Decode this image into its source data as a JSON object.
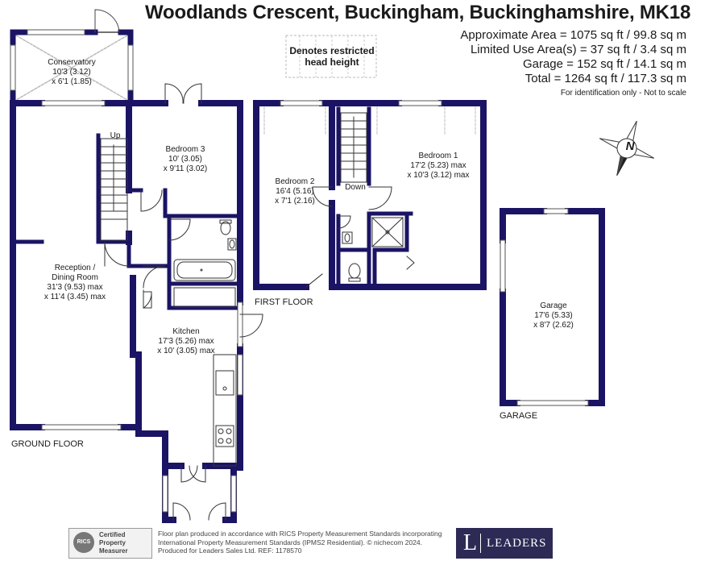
{
  "header": {
    "title": "Woodlands Crescent, Buckingham, Buckinghamshire, MK18",
    "areas": [
      "Approximate Area = 1075 sq ft / 99.8 sq m",
      "Limited Use Area(s) = 37 sq ft / 3.4 sq m",
      "Garage = 152 sq ft / 14.1 sq m",
      "Total = 1264 sq ft / 117.3 sq m"
    ],
    "note": "For identification only - Not to scale"
  },
  "legend": {
    "restricted_line1": "Denotes restricted",
    "restricted_line2": "head height"
  },
  "compass": {
    "label": "N"
  },
  "ground_floor": {
    "label": "GROUND FLOOR",
    "conservatory": {
      "name": "Conservatory",
      "dim1": "10'3 (3.12)",
      "dim2": "x 6'1 (1.85)"
    },
    "bedroom3": {
      "name": "Bedroom 3",
      "dim1": "10' (3.05)",
      "dim2": "x 9'11 (3.02)"
    },
    "reception": {
      "name1": "Reception /",
      "name2": "Dining Room",
      "dim1": "31'3 (9.53) max",
      "dim2": "x 11'4 (3.45) max"
    },
    "kitchen": {
      "name": "Kitchen",
      "dim1": "17'3 (5.26) max",
      "dim2": "x 10' (3.05) max"
    },
    "stair_label": "Up"
  },
  "first_floor": {
    "label": "FIRST FLOOR",
    "bedroom2": {
      "name": "Bedroom 2",
      "dim1": "16'4 (5.16)",
      "dim2": "x 7'1 (2.16)"
    },
    "bedroom1": {
      "name": "Bedroom 1",
      "dim1": "17'2 (5.23) max",
      "dim2": "x 10'3 (3.12) max"
    },
    "stair_label": "Down"
  },
  "garage": {
    "label": "GARAGE",
    "name": "Garage",
    "dim1": "17'6 (5.33)",
    "dim2": "x 8'7 (2.62)"
  },
  "footer": {
    "rics_circle": "RICS",
    "rics_line1": "Certified",
    "rics_line2": "Property",
    "rics_line3": "Measurer",
    "line1": "Floor plan produced in accordance with RICS Property Measurement Standards incorporating",
    "line2": "International Property Measurement Standards (IPMS2 Residential). © nichecom 2024.",
    "line3": "Produced for Leaders Sales Ltd.   REF:  1178570",
    "brand_initial": "L",
    "brand_name": "LEADERS"
  },
  "colors": {
    "wall": "#1b1464",
    "text": "#1a1a1a",
    "brand": "#2d2a56"
  }
}
